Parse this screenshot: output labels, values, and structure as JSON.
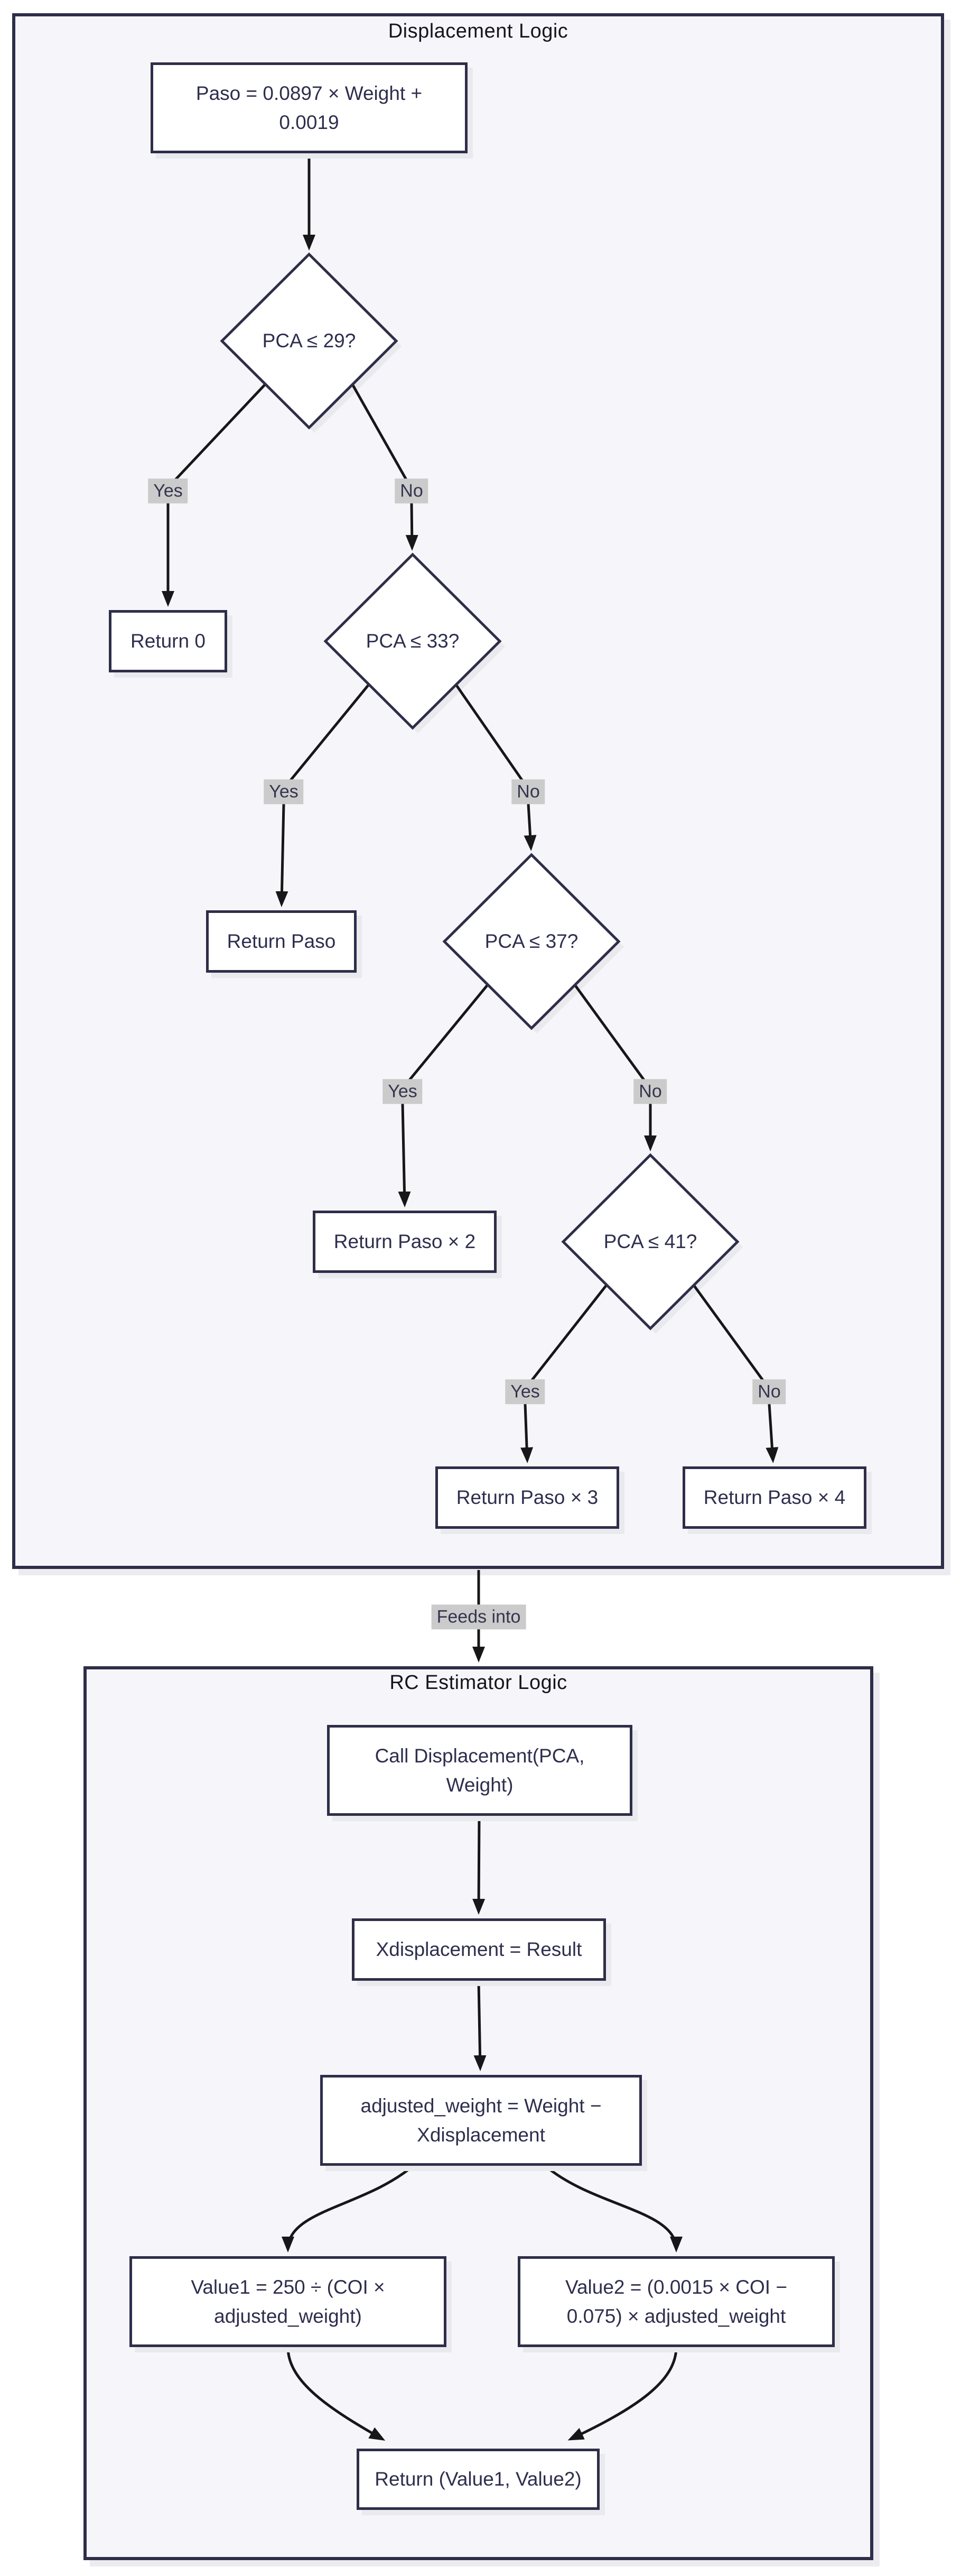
{
  "sections": {
    "displacement": {
      "title": "Displacement Logic",
      "nodes": {
        "paso": "Paso = 0.0897 × Weight +\n0.0019",
        "d29": "PCA ≤ 29?",
        "return0": "Return 0",
        "d33": "PCA ≤ 33?",
        "return_paso": "Return Paso",
        "d37": "PCA ≤ 37?",
        "return_paso2": "Return Paso × 2",
        "d41": "PCA ≤ 41?",
        "return_paso3": "Return Paso × 3",
        "return_paso4": "Return Paso × 4"
      },
      "edge_labels": {
        "yes1": "Yes",
        "no1": "No",
        "yes2": "Yes",
        "no2": "No",
        "yes3": "Yes",
        "no3": "No",
        "yes4": "Yes",
        "no4": "No"
      }
    },
    "connector_label": "Feeds into",
    "rc": {
      "title": "RC Estimator Logic",
      "nodes": {
        "call": "Call Displacement(PCA,\nWeight)",
        "xdisp": "Xdisplacement = Result",
        "adjusted": "adjusted_weight = Weight −\nXdisplacement",
        "value1": "Value1 = 250 ÷ (COI ×\nadjusted_weight)",
        "value2": "Value2 = (0.0015 × COI −\n0.075) × adjusted_weight",
        "return_final": "Return (Value1, Value2)"
      }
    }
  },
  "colors": {
    "node_border": "#2e2e49",
    "node_fill": "#ffffff",
    "node_text": "#2e2e4e",
    "container_fill": "#f6f6fa",
    "edge_line": "#17171a",
    "edge_label_bg": "#cbcbcb",
    "title_text": "#15151d",
    "shadow": "#e9e9ee",
    "page_bg": "#ffffff"
  }
}
